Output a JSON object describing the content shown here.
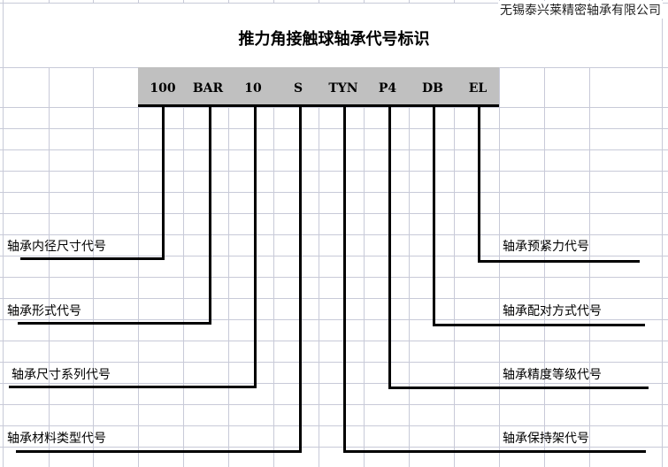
{
  "company": "无锡泰兴莱精密轴承有限公司",
  "title": "推力角接触球轴承代号标识",
  "codes": [
    "100",
    "BAR",
    "10",
    "S",
    "TYN",
    "P4",
    "DB",
    "EL"
  ],
  "labels_left": [
    "轴承内径尺寸代号",
    "轴承形式代号",
    "轴承尺寸系列代号",
    "轴承材料类型代号"
  ],
  "labels_right": [
    "轴承预紧力代号",
    "轴承配对方式代号",
    "轴承精度等级代号",
    "轴承保持架代号"
  ],
  "colors": {
    "band": "#c0c0c0",
    "grid": "#c8cad8",
    "line": "#000000"
  }
}
